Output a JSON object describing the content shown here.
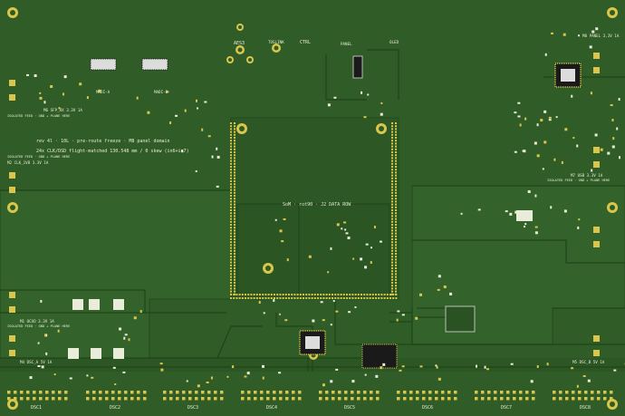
{
  "colors": {
    "board": "#2f5b27",
    "plane": "#3b6a30",
    "trace": "#1e4518",
    "pad_gold": "#d9c64a",
    "silkscreen": "#e8ecd8",
    "chip": "#1a1a1a"
  },
  "headings": {
    "aes3": "AES3",
    "toslink": "TOSLINK",
    "ctrl": "CTRL",
    "panel": "PANEL",
    "oled": "OLED",
    "madi_a": "MADI-A",
    "madi_b": "MADI-B",
    "m8": "M8 PANEL 3.3V 1A"
  },
  "notes": {
    "rev": "rev 4l · 10L · pre-route freeze · M8 panel domain",
    "clk": "24x CLK/DSD flight-matched 130.548 mm / 0 skew (in6+in7)",
    "som": "SoM · rot90 · J2 DATA ROW"
  },
  "rails": {
    "m6": {
      "title": "M6 SFP_RX 3.3V 1A",
      "note": "ISOLATED FEED · GND + PLANE HERE"
    },
    "m2": {
      "note": "ISOLATED FEED · GND + PLANE HERE",
      "title": "M2 CLK_1V8 3.3V 1A"
    },
    "m7": {
      "title": "M7 USB 3.3V 1A",
      "note": "ISOLATED FEED · GND + PLANE HERE"
    },
    "m1": {
      "title": "M1 OCXO 3.3V 1A",
      "note": "ISOLATED FEED · GND + PLANE HERE"
    },
    "m4": {
      "title": "M4 DSC_A 5V 1A"
    },
    "m5": {
      "title": "M5 DSC_B 5V 1A"
    }
  },
  "connectors": [
    "DSC1",
    "DSC2",
    "DSC3",
    "DSC4",
    "DSC5",
    "DSC6",
    "DSC7",
    "DSC8"
  ]
}
